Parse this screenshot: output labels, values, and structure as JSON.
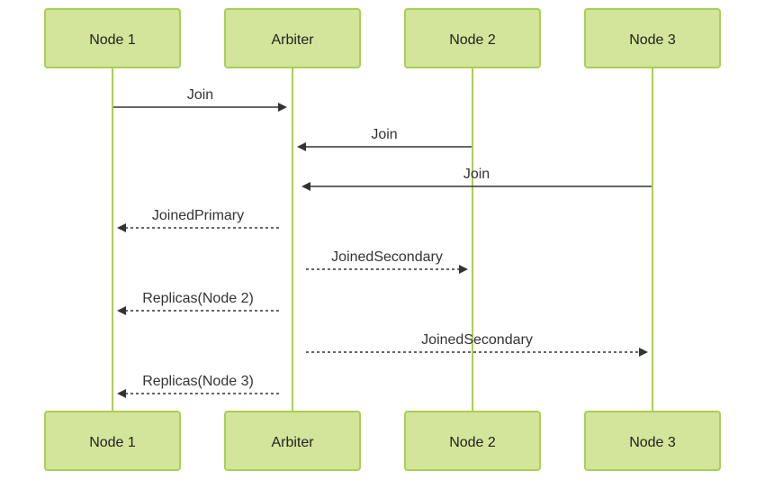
{
  "participants": {
    "top": [
      "Node 1",
      "Arbiter",
      "Node 2",
      "Node 3"
    ],
    "bottom": [
      "Node 1",
      "Arbiter",
      "Node 2",
      "Node 3"
    ]
  },
  "messages": [
    {
      "label": "Join",
      "from": "Node 1",
      "to": "Arbiter",
      "style": "solid"
    },
    {
      "label": "Join",
      "from": "Node 2",
      "to": "Arbiter",
      "style": "solid"
    },
    {
      "label": "Join",
      "from": "Node 3",
      "to": "Arbiter",
      "style": "solid"
    },
    {
      "label": "JoinedPrimary",
      "from": "Arbiter",
      "to": "Node 1",
      "style": "dashed"
    },
    {
      "label": "JoinedSecondary",
      "from": "Arbiter",
      "to": "Node 2",
      "style": "dashed"
    },
    {
      "label": "Replicas(Node 2)",
      "from": "Arbiter",
      "to": "Node 1",
      "style": "dashed"
    },
    {
      "label": "JoinedSecondary",
      "from": "Arbiter",
      "to": "Node 3",
      "style": "dashed"
    },
    {
      "label": "Replicas(Node 3)",
      "from": "Arbiter",
      "to": "Node 1",
      "style": "dashed"
    }
  ],
  "colors": {
    "participant_fill": "#d2e59a",
    "participant_border": "#a9cf54",
    "lifeline": "#a9cf54",
    "message": "#333333"
  }
}
